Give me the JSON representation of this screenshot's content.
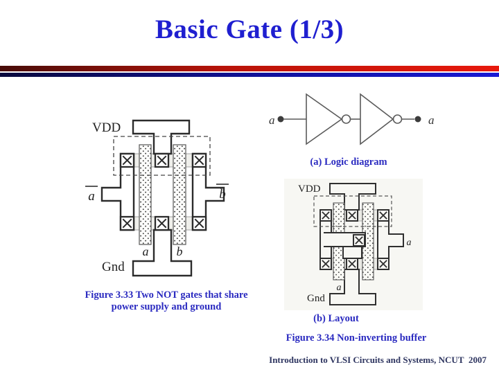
{
  "slide": {
    "title": "Basic Gate (1/3)",
    "footer": "Introduction to VLSI Circuits and Systems, NCUT  2007"
  },
  "figure33": {
    "caption_line1": "Figure 3.33 Two NOT gates that share",
    "caption_line2": "power supply and ground",
    "labels": {
      "vdd": "VDD",
      "gnd": "Gnd",
      "out1": "a",
      "out2": "b",
      "in1": "a",
      "in2": "b"
    }
  },
  "figure34": {
    "caption_a": "(a) Logic diagram",
    "caption_b": "(b) Layout",
    "caption_main": "Figure 3.34 Non-inverting buffer",
    "logic": {
      "input": "a",
      "output": "a"
    },
    "layout": {
      "vdd": "VDD",
      "gnd": "Gnd",
      "input": "a",
      "output": "a"
    }
  },
  "colors": {
    "title": "#1f1fd0",
    "caption": "#2a2ac0",
    "footer": "#2e3560",
    "divider_red": "#d41508",
    "divider_blue": "#1414c8"
  }
}
